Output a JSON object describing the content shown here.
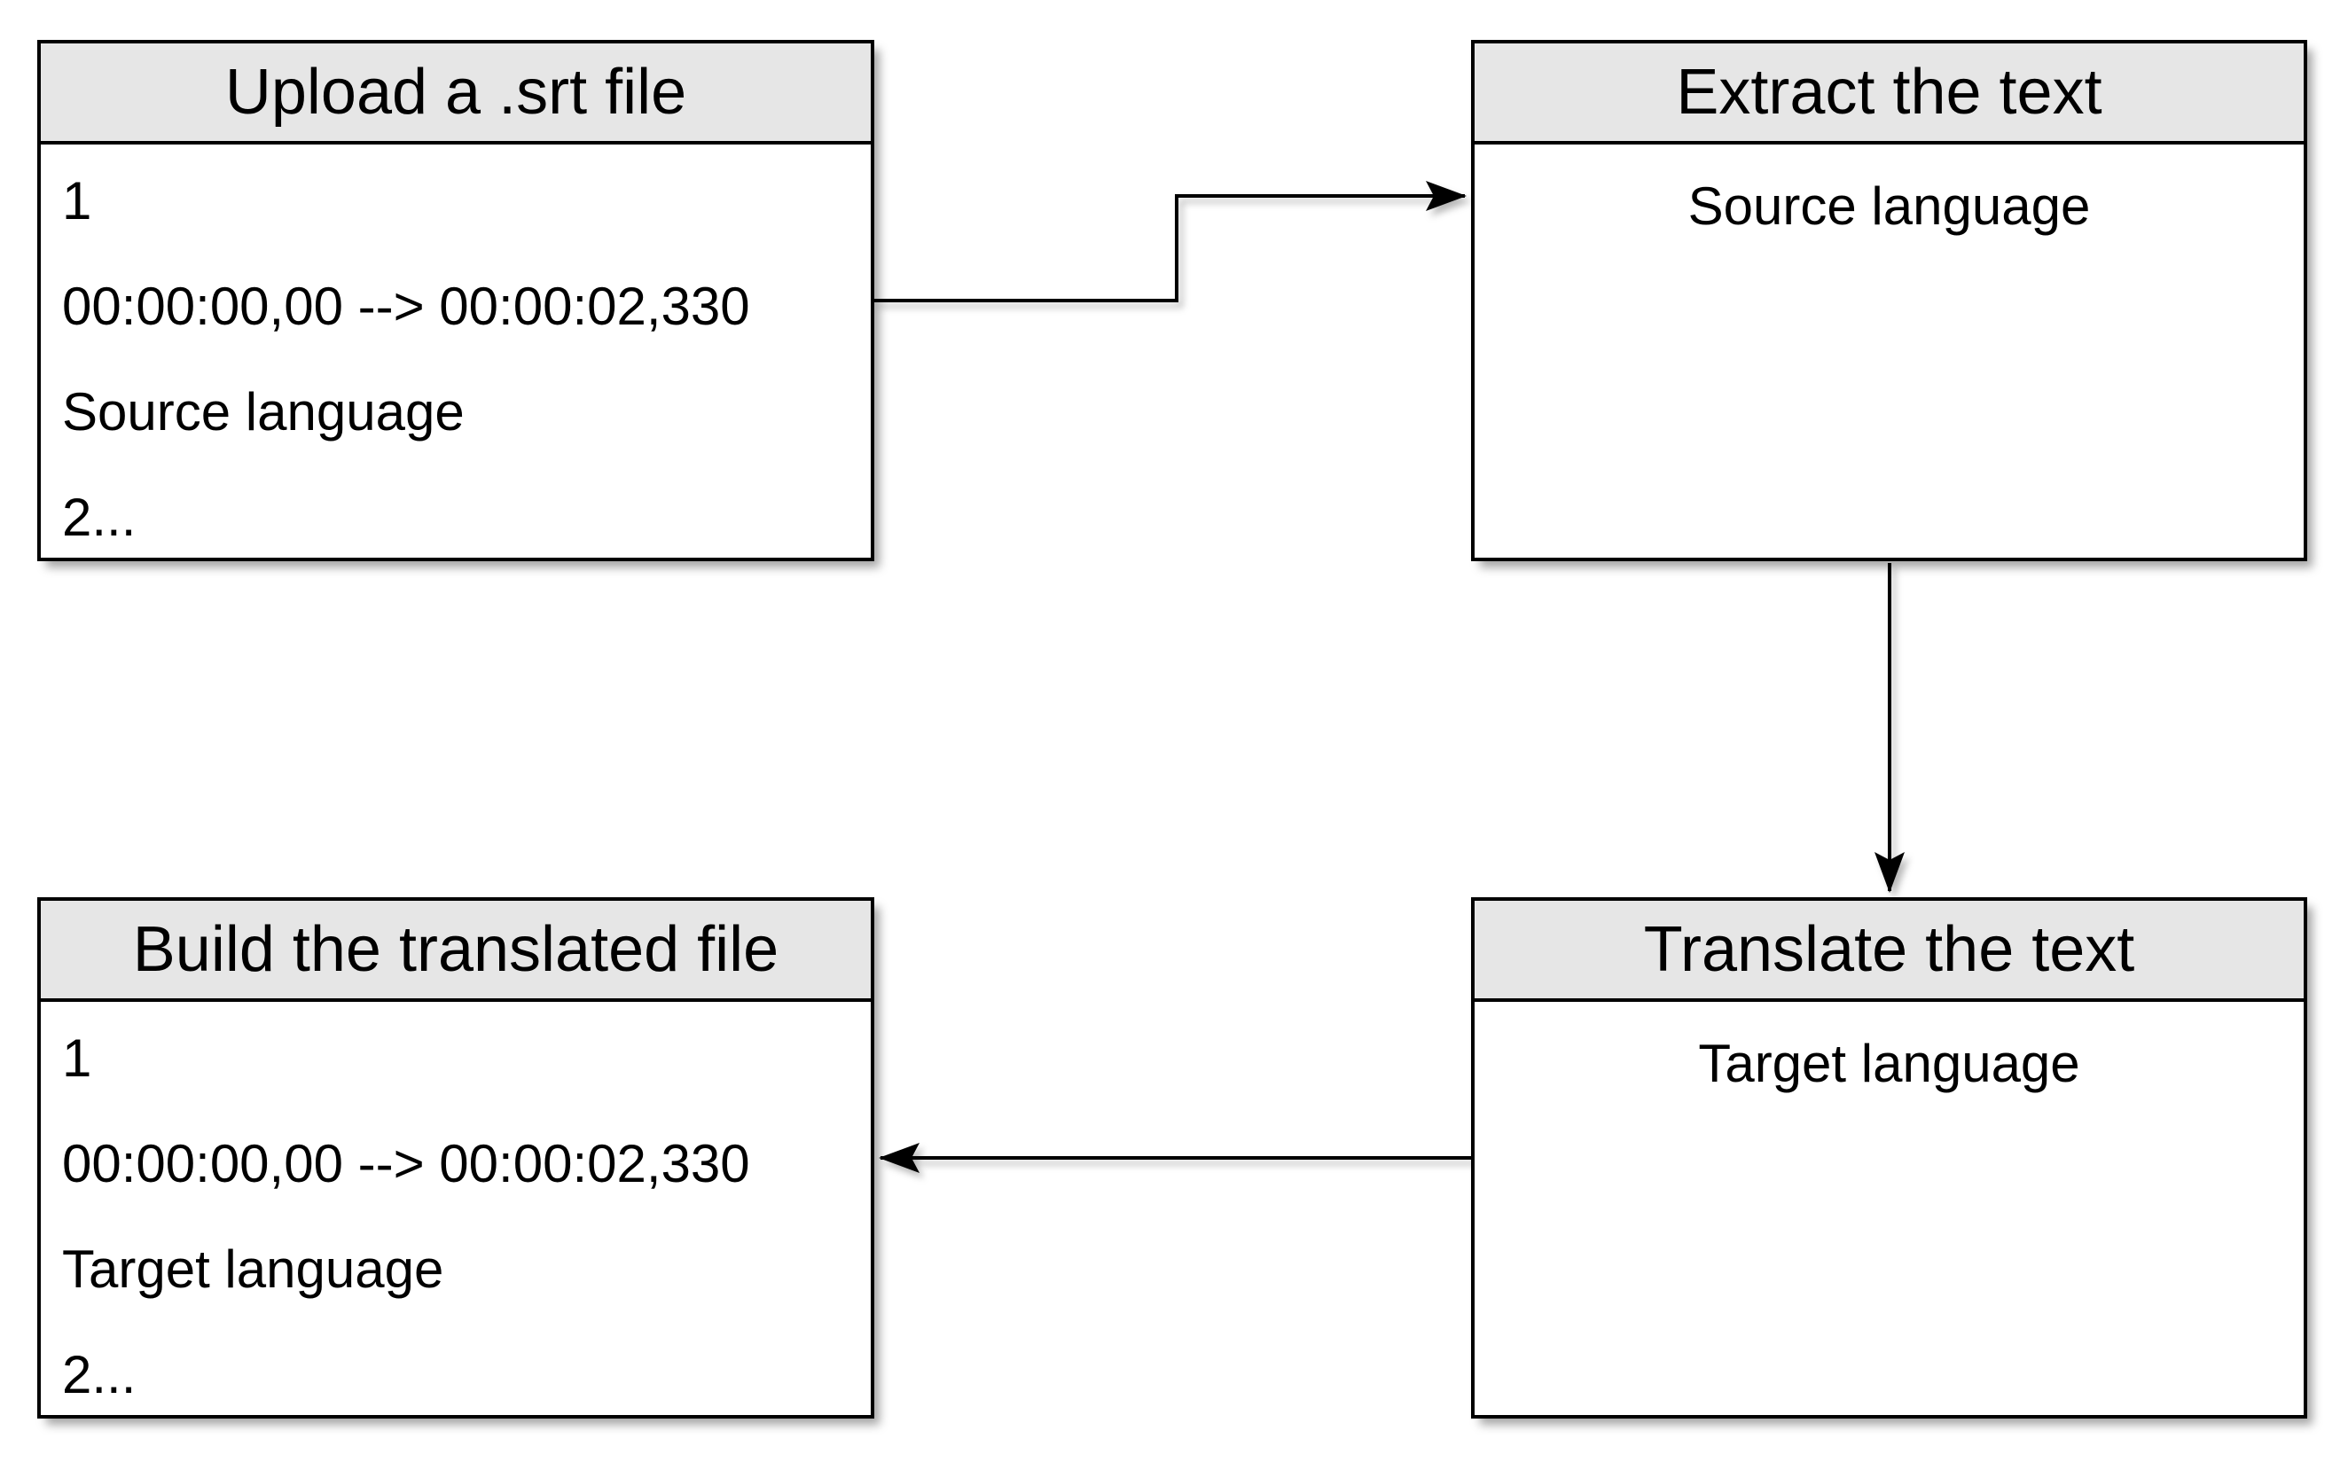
{
  "diagram": {
    "background_color": "#ffffff",
    "colors": {
      "header_fill": "#e6e6e6",
      "body_fill": "#ffffff",
      "border": "#000000",
      "connector": "#000000"
    },
    "nodes": [
      {
        "id": "upload",
        "title": "Upload a .srt file",
        "body_lines": [
          "1",
          "00:00:00,00 --> 00:00:02,330",
          "Source language",
          "2..."
        ]
      },
      {
        "id": "extract",
        "title": "Extract the text",
        "body_lines": [
          "Source language"
        ]
      },
      {
        "id": "translate",
        "title": "Translate the text",
        "body_lines": [
          "Target language"
        ]
      },
      {
        "id": "build",
        "title": "Build the translated file",
        "body_lines": [
          "1",
          "00:00:00,00 --> 00:00:02,330",
          "Target language",
          "2..."
        ]
      }
    ],
    "edges": [
      {
        "id": "upload-to-extract",
        "from": "upload",
        "to": "extract"
      },
      {
        "id": "extract-to-translate",
        "from": "extract",
        "to": "translate"
      },
      {
        "id": "translate-to-build",
        "from": "translate",
        "to": "build"
      }
    ]
  }
}
